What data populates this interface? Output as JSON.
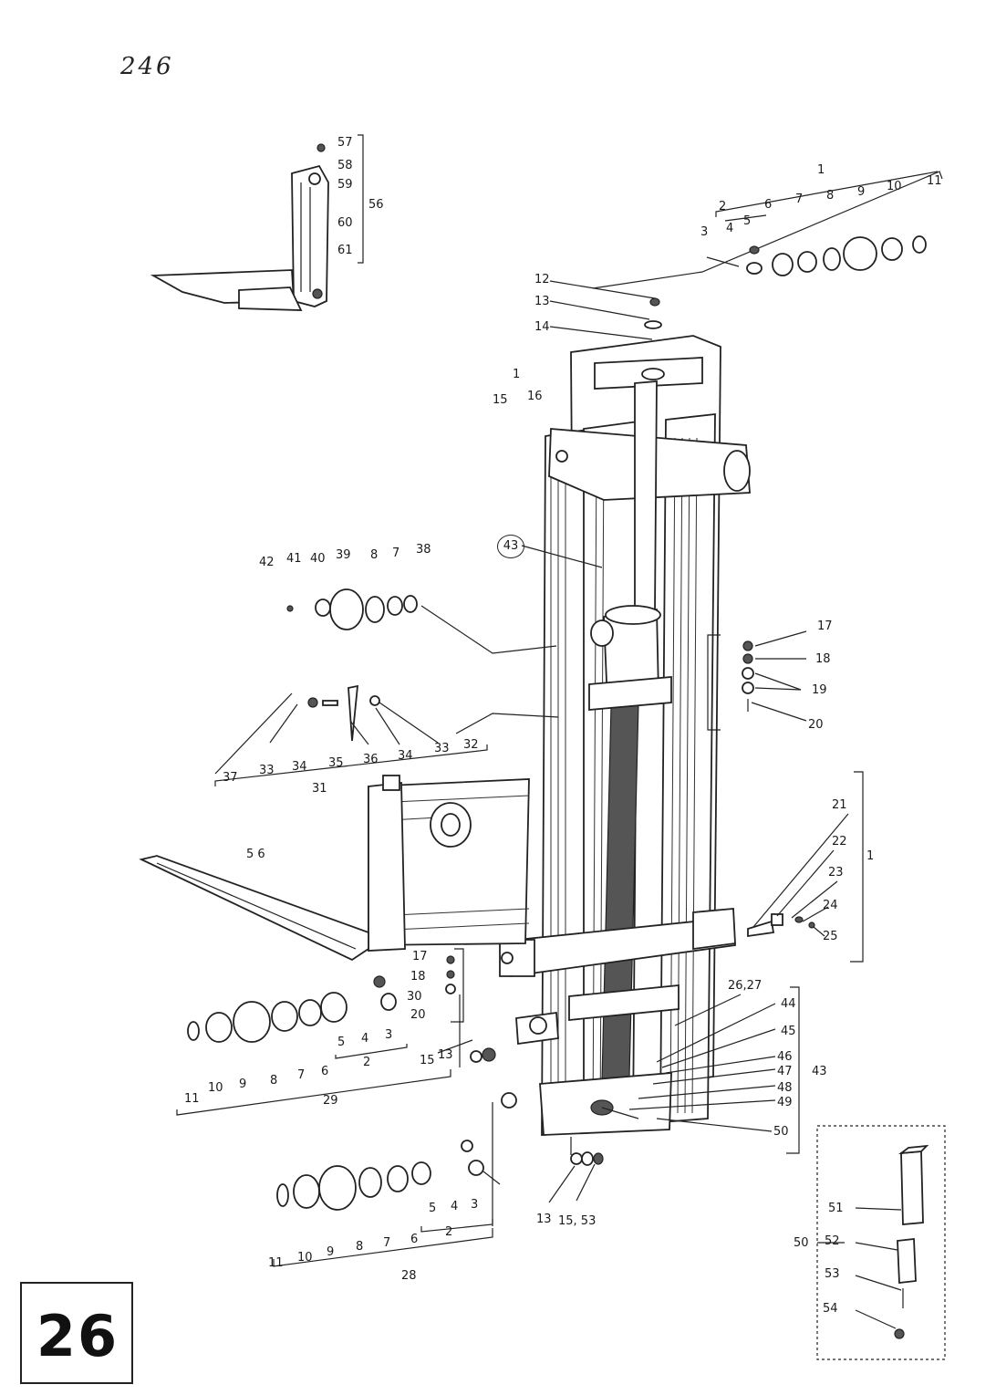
{
  "sheet": {
    "handwritten_number": "246",
    "page_number": "26"
  },
  "labels": {
    "fork_top": [
      "57",
      "58",
      "59",
      "56",
      "60",
      "61"
    ],
    "top_roller": [
      "1",
      "2",
      "3",
      "4",
      "5",
      "6",
      "7",
      "8",
      "9",
      "10",
      "11"
    ],
    "top_fix": [
      "12",
      "13",
      "14"
    ],
    "pin_group": [
      "1",
      "15",
      "16"
    ],
    "mast": [
      "43"
    ],
    "side_roller": [
      "42",
      "41",
      "40",
      "39",
      "8",
      "7",
      "38"
    ],
    "chain_group": [
      "17",
      "18",
      "19",
      "20"
    ],
    "chain_anchor": [
      "37",
      "33",
      "34",
      "35",
      "36",
      "34",
      "33",
      "32",
      "31"
    ],
    "fork_main": [
      "5 6"
    ],
    "right_group": [
      "21",
      "22",
      "23",
      "24",
      "25",
      "1"
    ],
    "carriage_small": [
      "17",
      "18",
      "30",
      "20",
      "5",
      "4",
      "3",
      "2"
    ],
    "left_roller": [
      "11",
      "10",
      "9",
      "8",
      "7",
      "6",
      "29"
    ],
    "pin_lower": [
      "15",
      "13"
    ],
    "cylinder": [
      "26,27",
      "44",
      "45",
      "46",
      "47",
      "48",
      "49",
      "43",
      "50"
    ],
    "lower_roller": [
      "5",
      "4",
      "3",
      "2",
      "11",
      "10",
      "9",
      "8",
      "7",
      "6",
      "28"
    ],
    "bottom_pin": [
      "13",
      "15, 53"
    ],
    "detail_box": [
      "51",
      "50",
      "52",
      "53",
      "54"
    ]
  }
}
